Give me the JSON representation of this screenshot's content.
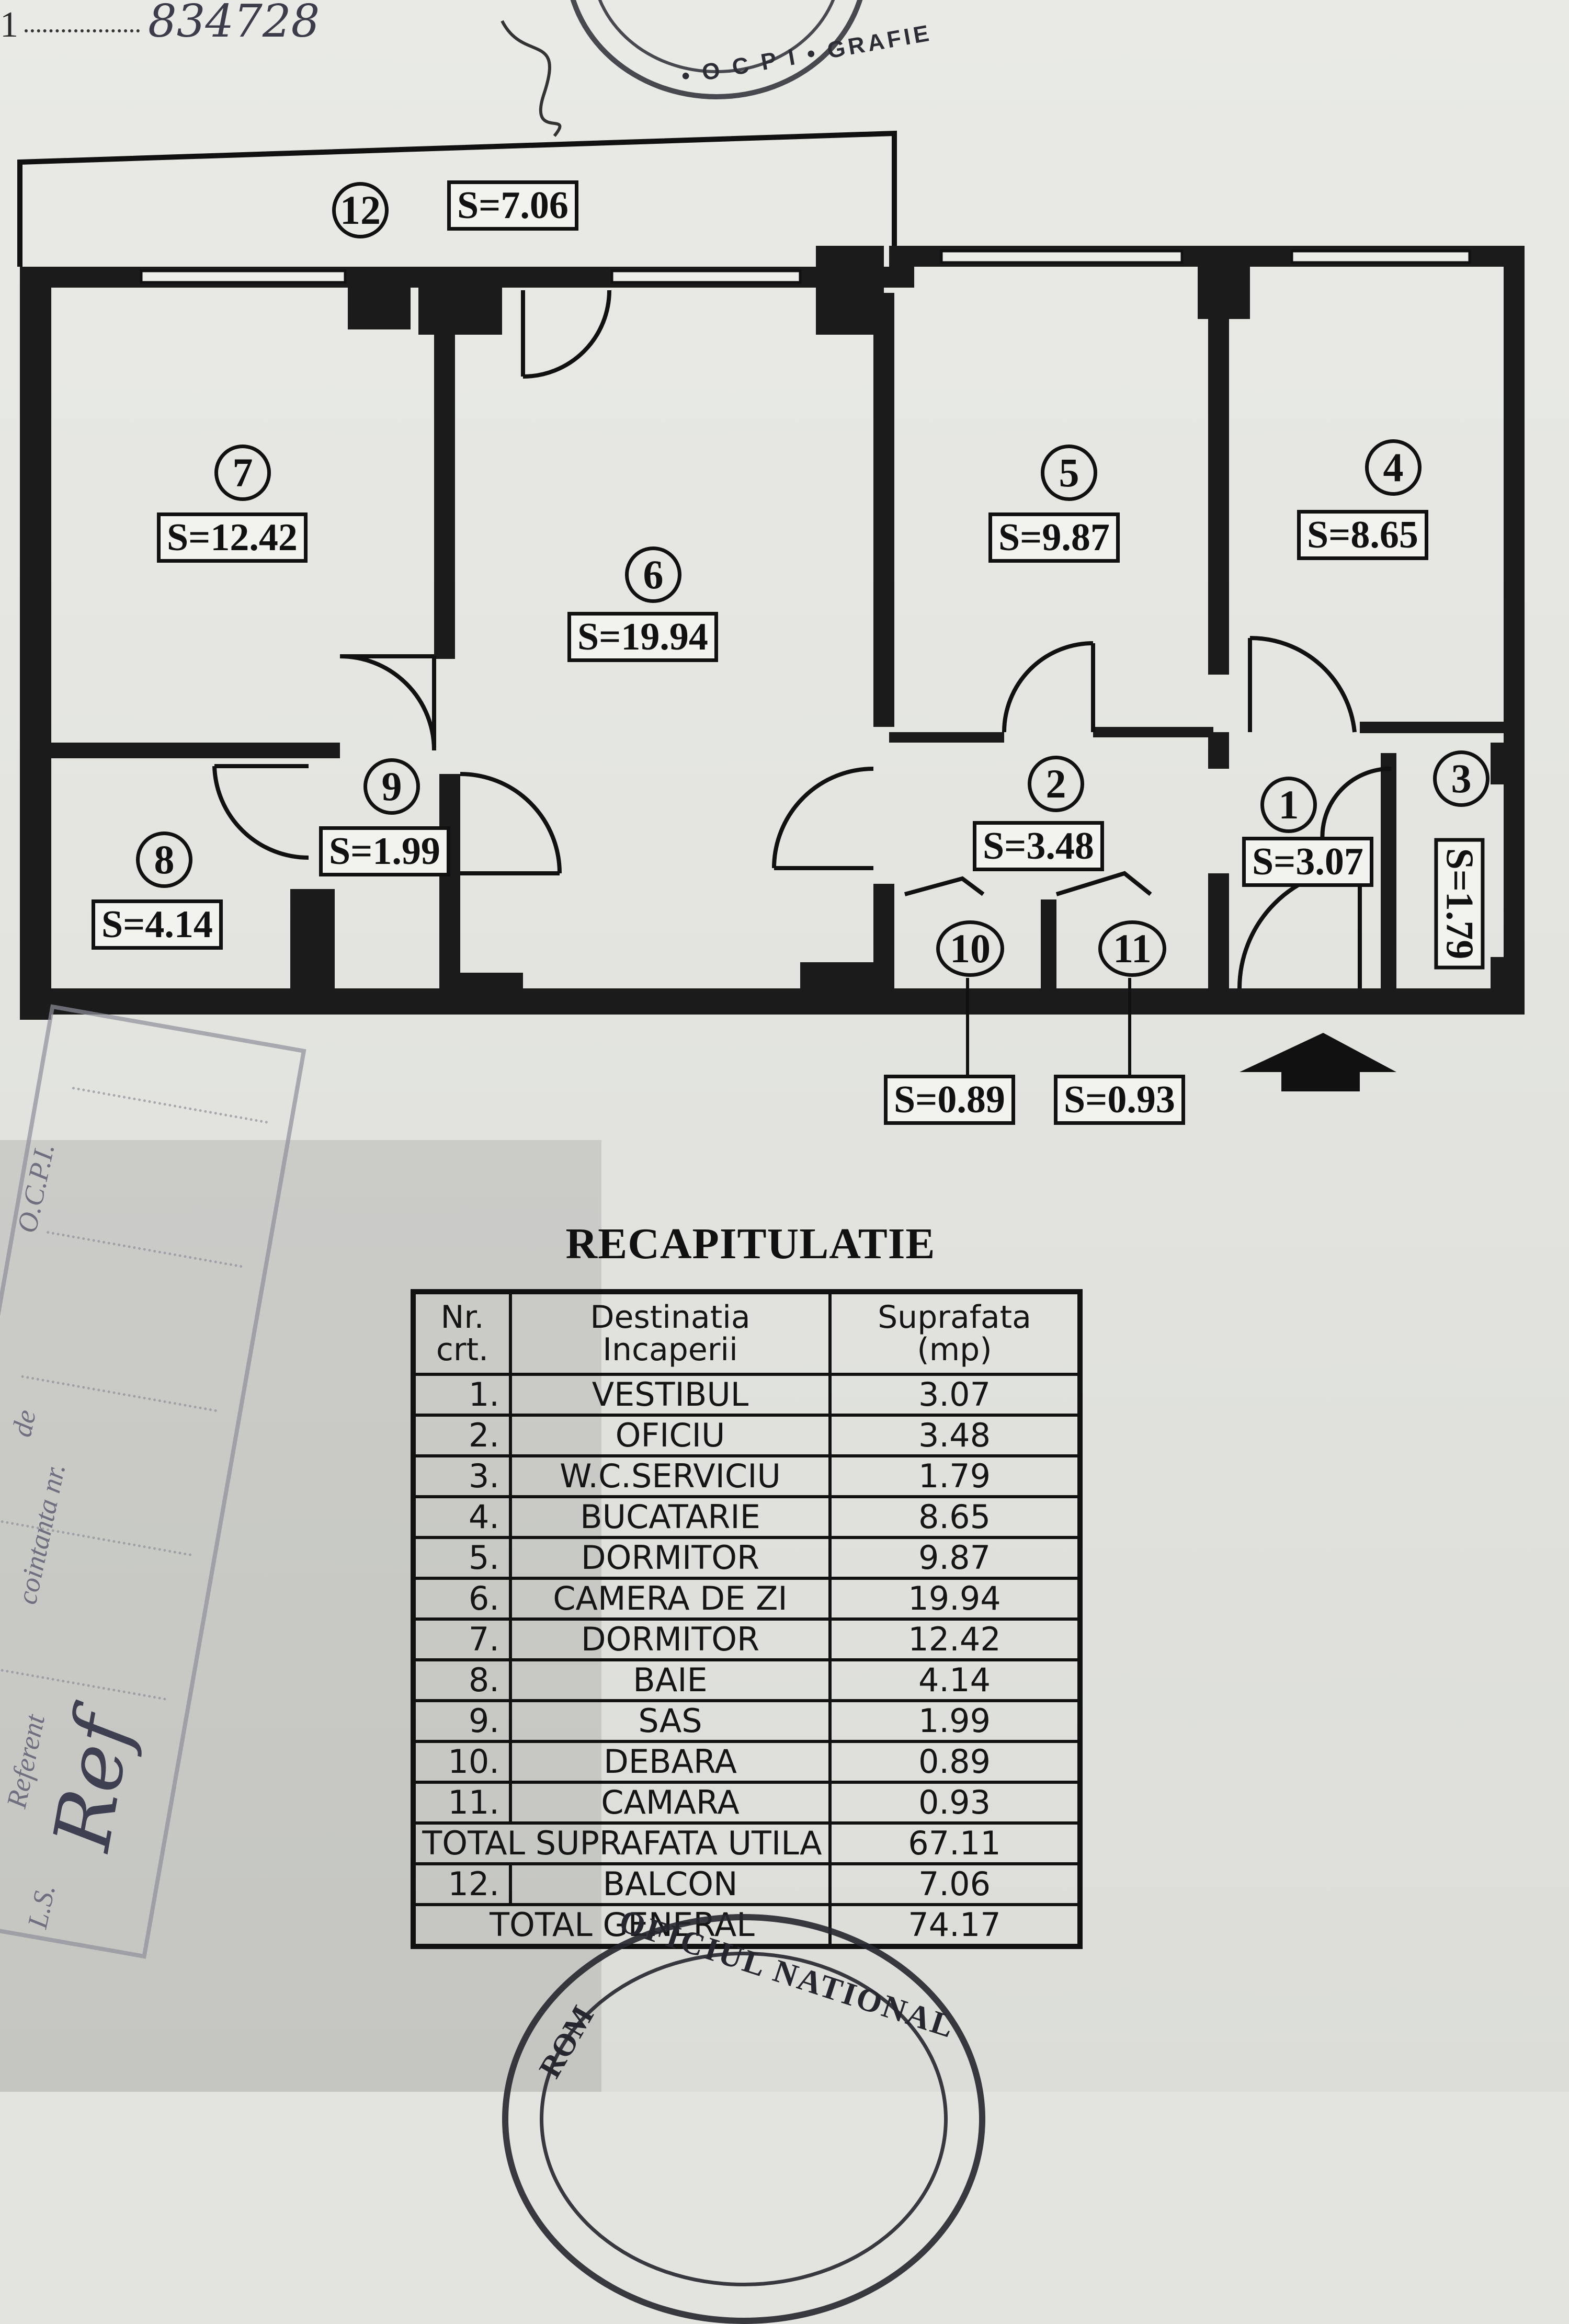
{
  "document": {
    "top_reference": {
      "prefix": "1",
      "number_handwritten": "834728"
    },
    "top_seal_text": "• O C P I • GRAFIE",
    "side_stamp_lines": [
      "O.C.P.I.",
      "de",
      "cointanta nr.",
      "Referent",
      "L.S."
    ],
    "signature": "Ref",
    "bottom_seal_text": "OFICIUL NATIONAL",
    "bottom_seal_side": "ROM"
  },
  "plan": {
    "rooms": [
      {
        "num": "12",
        "area": "S=7.06"
      },
      {
        "num": "7",
        "area": "S=12.42"
      },
      {
        "num": "6",
        "area": "S=19.94"
      },
      {
        "num": "5",
        "area": "S=9.87"
      },
      {
        "num": "4",
        "area": "S=8.65"
      },
      {
        "num": "9",
        "area": "S=1.99"
      },
      {
        "num": "8",
        "area": "S=4.14"
      },
      {
        "num": "2",
        "area": "S=3.48"
      },
      {
        "num": "1",
        "area": "S=3.07"
      },
      {
        "num": "3",
        "area": "S=1.79"
      },
      {
        "num": "10",
        "area": "S=0.89"
      },
      {
        "num": "11",
        "area": "S=0.93"
      }
    ]
  },
  "recap": {
    "title": "RECAPITULATIE",
    "headers": {
      "nr": [
        "Nr.",
        "crt."
      ],
      "destination": [
        "Destinatia",
        "Incaperii"
      ],
      "area": [
        "Suprafata",
        "(mp)"
      ]
    },
    "rows": [
      {
        "nr": "1.",
        "name": "VESTIBUL",
        "area": "3.07"
      },
      {
        "nr": "2.",
        "name": "OFICIU",
        "area": "3.48"
      },
      {
        "nr": "3.",
        "name": "W.C.SERVICIU",
        "area": "1.79"
      },
      {
        "nr": "4.",
        "name": "BUCATARIE",
        "area": "8.65"
      },
      {
        "nr": "5.",
        "name": "DORMITOR",
        "area": "9.87"
      },
      {
        "nr": "6.",
        "name": "CAMERA DE ZI",
        "area": "19.94"
      },
      {
        "nr": "7.",
        "name": "DORMITOR",
        "area": "12.42"
      },
      {
        "nr": "8.",
        "name": "BAIE",
        "area": "4.14"
      },
      {
        "nr": "9.",
        "name": "SAS",
        "area": "1.99"
      },
      {
        "nr": "10.",
        "name": "DEBARA",
        "area": "0.89"
      },
      {
        "nr": "11.",
        "name": "CAMARA",
        "area": "0.93"
      }
    ],
    "total_util": {
      "label": "TOTAL SUPRAFATA UTILA",
      "area": "67.11"
    },
    "balcony": {
      "nr": "12.",
      "name": "BALCON",
      "area": "7.06"
    },
    "total_general": {
      "label": "TOTAL GENERAL",
      "area": "74.17"
    }
  }
}
